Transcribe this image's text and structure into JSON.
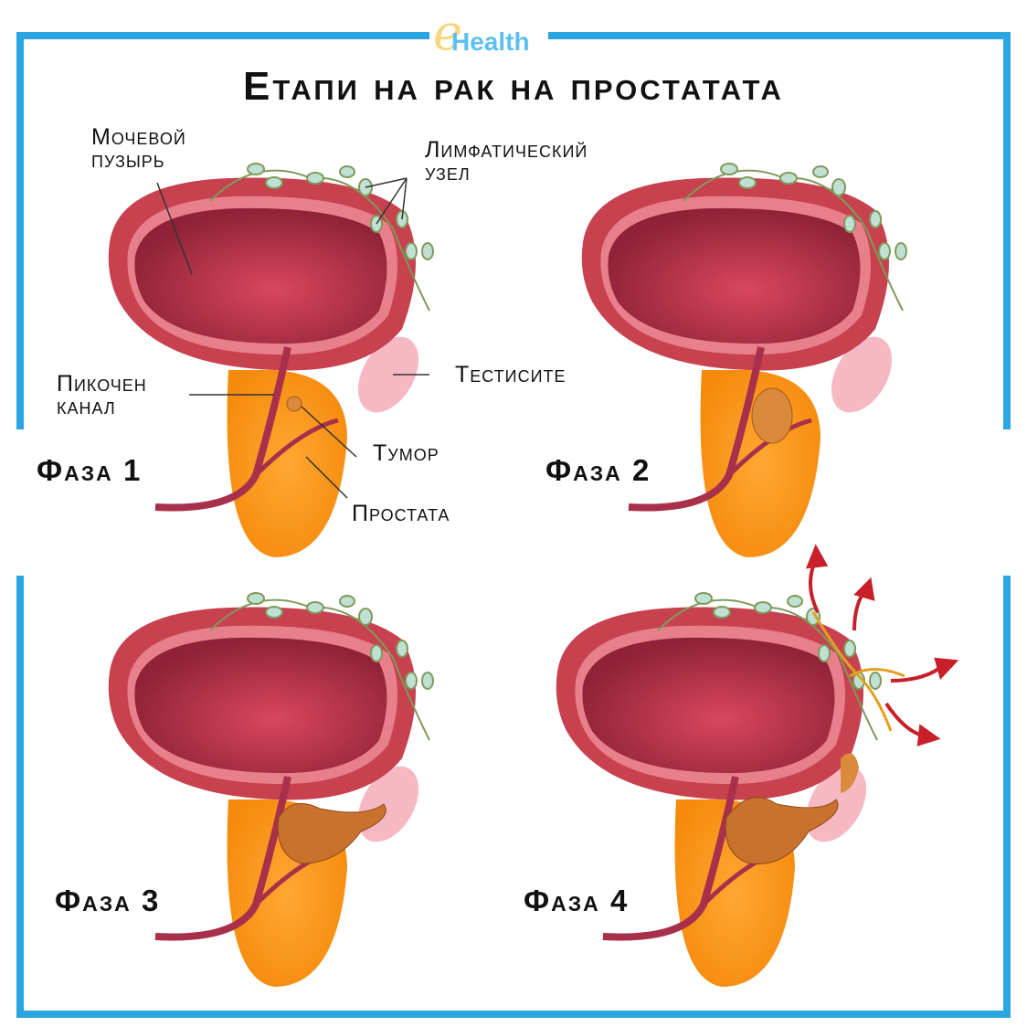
{
  "logo": {
    "letter": "e",
    "text": "Health"
  },
  "title": "Етапи на рак на простатата",
  "labels": {
    "bladder": [
      "Мочевой",
      "пузырь"
    ],
    "lymph_node": [
      "Лимфатический",
      "узел"
    ],
    "testes": "Тестисите",
    "urethra": [
      "Пикочен",
      "канал"
    ],
    "tumor": "Тумор",
    "prostate": "Простата"
  },
  "phases": [
    "Фаза 1",
    "Фаза 2",
    "Фаза 3",
    "Фаза 4"
  ],
  "colors": {
    "frame": "#29a6e1",
    "bladder": "#c8414f",
    "prostate": "#f7931e",
    "arrow": "#c8202a"
  }
}
